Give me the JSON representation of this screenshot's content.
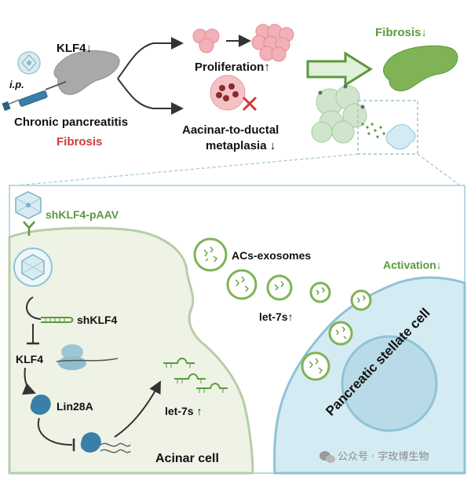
{
  "top": {
    "klf4": "KLF4↓",
    "ip": "i.p.",
    "chronic": "Chronic pancreatitis",
    "fibrosis_red": "Fibrosis",
    "proliferation": "Proliferation↑",
    "adm_line1": "Aacinar-to-ductal",
    "adm_line2": "metaplasia ↓",
    "fibrosis_green": "Fibrosis↓"
  },
  "bottom": {
    "shklf4_paav": "shKLF4-pAAV",
    "shklf4": "shKLF4",
    "klf4": "KLF4",
    "lin28a": "Lin28A",
    "let7s_cell": "let-7s ↑",
    "let7s_exo": "let-7s↑",
    "acs_exosomes": "ACs-exosomes",
    "activation": "Activation↓",
    "stellate": "Pancreatic stellate cell",
    "acinar": "Acinar cell"
  },
  "watermark": "公众号 · 宇玫博生物",
  "colors": {
    "green_text": "#5a9a3c",
    "red_text": "#d0393a",
    "acinar_fill": "#eef3e6",
    "stellate_fill": "#d5ebf3",
    "panel_border": "#b9d9e3"
  }
}
